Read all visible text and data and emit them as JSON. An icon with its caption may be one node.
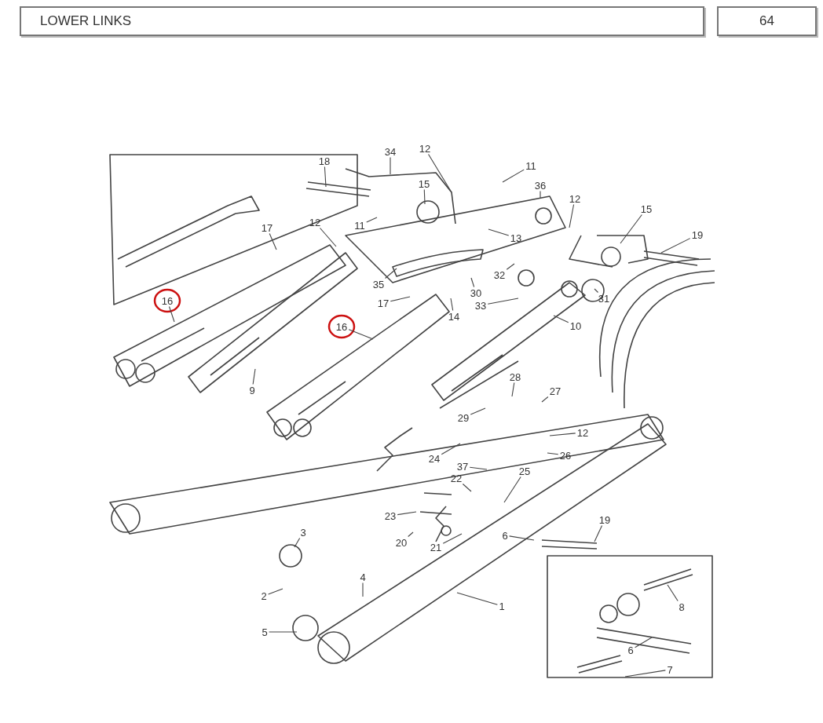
{
  "diagram": {
    "nodes": [
      {
        "text": [
          "LOWER LINKS"
        ]
      },
      {
        "text": [
          "64"
        ]
      },
      {
        "text": [
          "18"
        ]
      },
      {
        "text": [
          "34"
        ]
      },
      {
        "text": [
          "12"
        ]
      },
      {
        "text": [
          "11"
        ]
      },
      {
        "text": [
          "15"
        ]
      },
      {
        "text": [
          "36"
        ]
      },
      {
        "text": [
          "12"
        ]
      },
      {
        "text": [
          "12"
        ]
      },
      {
        "text": [
          "11"
        ]
      },
      {
        "text": [
          "17"
        ]
      },
      {
        "text": [
          "13"
        ]
      },
      {
        "text": [
          "15"
        ]
      },
      {
        "text": [
          "19"
        ]
      },
      {
        "text": [
          "35"
        ]
      },
      {
        "text": [
          "32"
        ]
      },
      {
        "text": [
          "30"
        ]
      },
      {
        "text": [
          "31"
        ]
      },
      {
        "text": [
          "16"
        ]
      },
      {
        "text": [
          "17"
        ]
      },
      {
        "text": [
          "33"
        ]
      },
      {
        "text": [
          "14"
        ]
      },
      {
        "text": [
          "16"
        ]
      },
      {
        "text": [
          "10"
        ]
      },
      {
        "text": [
          "9"
        ]
      },
      {
        "text": [
          "28"
        ]
      },
      {
        "text": [
          "27"
        ]
      },
      {
        "text": [
          "29"
        ]
      },
      {
        "text": [
          "12"
        ]
      },
      {
        "text": [
          "24"
        ]
      },
      {
        "text": [
          "26"
        ]
      },
      {
        "text": [
          "37"
        ]
      },
      {
        "text": [
          "25"
        ]
      },
      {
        "text": [
          "22"
        ]
      },
      {
        "text": [
          "23"
        ]
      },
      {
        "text": [
          "19"
        ]
      },
      {
        "text": [
          "6"
        ]
      },
      {
        "text": [
          "3"
        ]
      },
      {
        "text": [
          "20"
        ]
      },
      {
        "text": [
          "21"
        ]
      },
      {
        "text": [
          "2"
        ]
      },
      {
        "text": [
          "4"
        ]
      },
      {
        "text": [
          "1"
        ]
      },
      {
        "text": [
          "8"
        ]
      },
      {
        "text": [
          "5"
        ]
      },
      {
        "text": [
          "6"
        ]
      },
      {
        "text": [
          "7"
        ]
      }
    ],
    "edges": [
      {
        "from": 2,
        "to": null,
        "arrow": "none"
      },
      {
        "from": 3,
        "to": null,
        "arrow": "none"
      },
      {
        "from": 4,
        "to": null,
        "arrow": "none"
      },
      {
        "from": 5,
        "to": null,
        "arrow": "none"
      },
      {
        "from": 6,
        "to": null,
        "arrow": "none"
      },
      {
        "from": 7,
        "to": null,
        "arrow": "none"
      },
      {
        "from": 8,
        "to": null,
        "arrow": "none"
      },
      {
        "from": 9,
        "to": null,
        "arrow": "none"
      },
      {
        "from": 10,
        "to": null,
        "arrow": "none"
      },
      {
        "from": 11,
        "to": null,
        "arrow": "none"
      },
      {
        "from": 12,
        "to": null,
        "arrow": "none"
      },
      {
        "from": 13,
        "to": null,
        "arrow": "none"
      },
      {
        "from": 14,
        "to": null,
        "arrow": "none"
      },
      {
        "from": 15,
        "to": null,
        "arrow": "none"
      },
      {
        "from": 16,
        "to": null,
        "arrow": "none"
      },
      {
        "from": 17,
        "to": null,
        "arrow": "none"
      },
      {
        "from": 18,
        "to": null,
        "arrow": "none"
      },
      {
        "from": 19,
        "to": null,
        "arrow": "none"
      },
      {
        "from": 20,
        "to": null,
        "arrow": "none"
      },
      {
        "from": 21,
        "to": null,
        "arrow": "none"
      },
      {
        "from": 22,
        "to": null,
        "arrow": "none"
      },
      {
        "from": 23,
        "to": null,
        "arrow": "none"
      },
      {
        "from": 24,
        "to": null,
        "arrow": "none"
      },
      {
        "from": 25,
        "to": null,
        "arrow": "none"
      },
      {
        "from": 26,
        "to": null,
        "arrow": "none"
      },
      {
        "from": 27,
        "to": null,
        "arrow": "none"
      },
      {
        "from": 28,
        "to": null,
        "arrow": "none"
      },
      {
        "from": 29,
        "to": null,
        "arrow": "none"
      },
      {
        "from": 30,
        "to": null,
        "arrow": "none"
      },
      {
        "from": 31,
        "to": null,
        "arrow": "none"
      },
      {
        "from": 32,
        "to": null,
        "arrow": "none"
      },
      {
        "from": 33,
        "to": null,
        "arrow": "none"
      },
      {
        "from": 34,
        "to": null,
        "arrow": "none"
      },
      {
        "from": 35,
        "to": null,
        "arrow": "none"
      },
      {
        "from": 36,
        "to": null,
        "arrow": "none"
      },
      {
        "from": 37,
        "to": null,
        "arrow": "none"
      },
      {
        "from": 38,
        "to": null,
        "arrow": "none"
      },
      {
        "from": 39,
        "to": null,
        "arrow": "none"
      },
      {
        "from": 40,
        "to": null,
        "arrow": "none"
      },
      {
        "from": 41,
        "to": null,
        "arrow": "none"
      },
      {
        "from": 42,
        "to": null,
        "arrow": "none"
      },
      {
        "from": 43,
        "to": null,
        "arrow": "none"
      },
      {
        "from": 44,
        "to": null,
        "arrow": "none"
      },
      {
        "from": 45,
        "to": null,
        "arrow": "none"
      },
      {
        "from": 46,
        "to": null,
        "arrow": "none"
      },
      {
        "from": 47,
        "to": null,
        "arrow": "none"
      }
    ]
  }
}
